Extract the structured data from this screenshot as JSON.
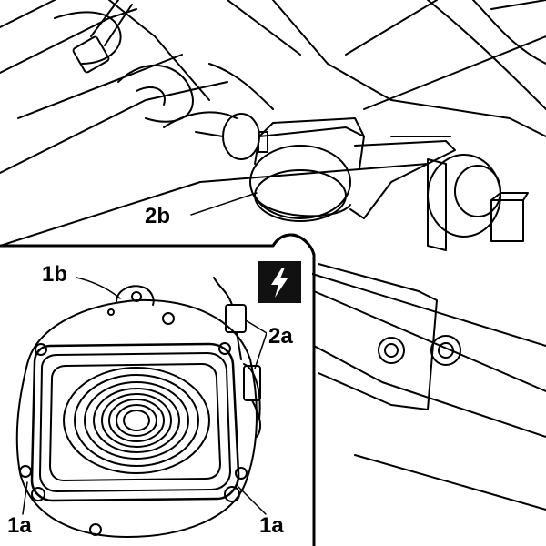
{
  "callouts": {
    "label_1b": "1b",
    "label_2a": "2a",
    "label_2b": "2b",
    "label_1a_left": "1a",
    "label_1a_right": "1a"
  },
  "icons": {
    "warning_badge": "lightning-bolt-icon"
  },
  "colors": {
    "ink": "#000000",
    "paper": "#ffffff",
    "badge": "#111111"
  }
}
